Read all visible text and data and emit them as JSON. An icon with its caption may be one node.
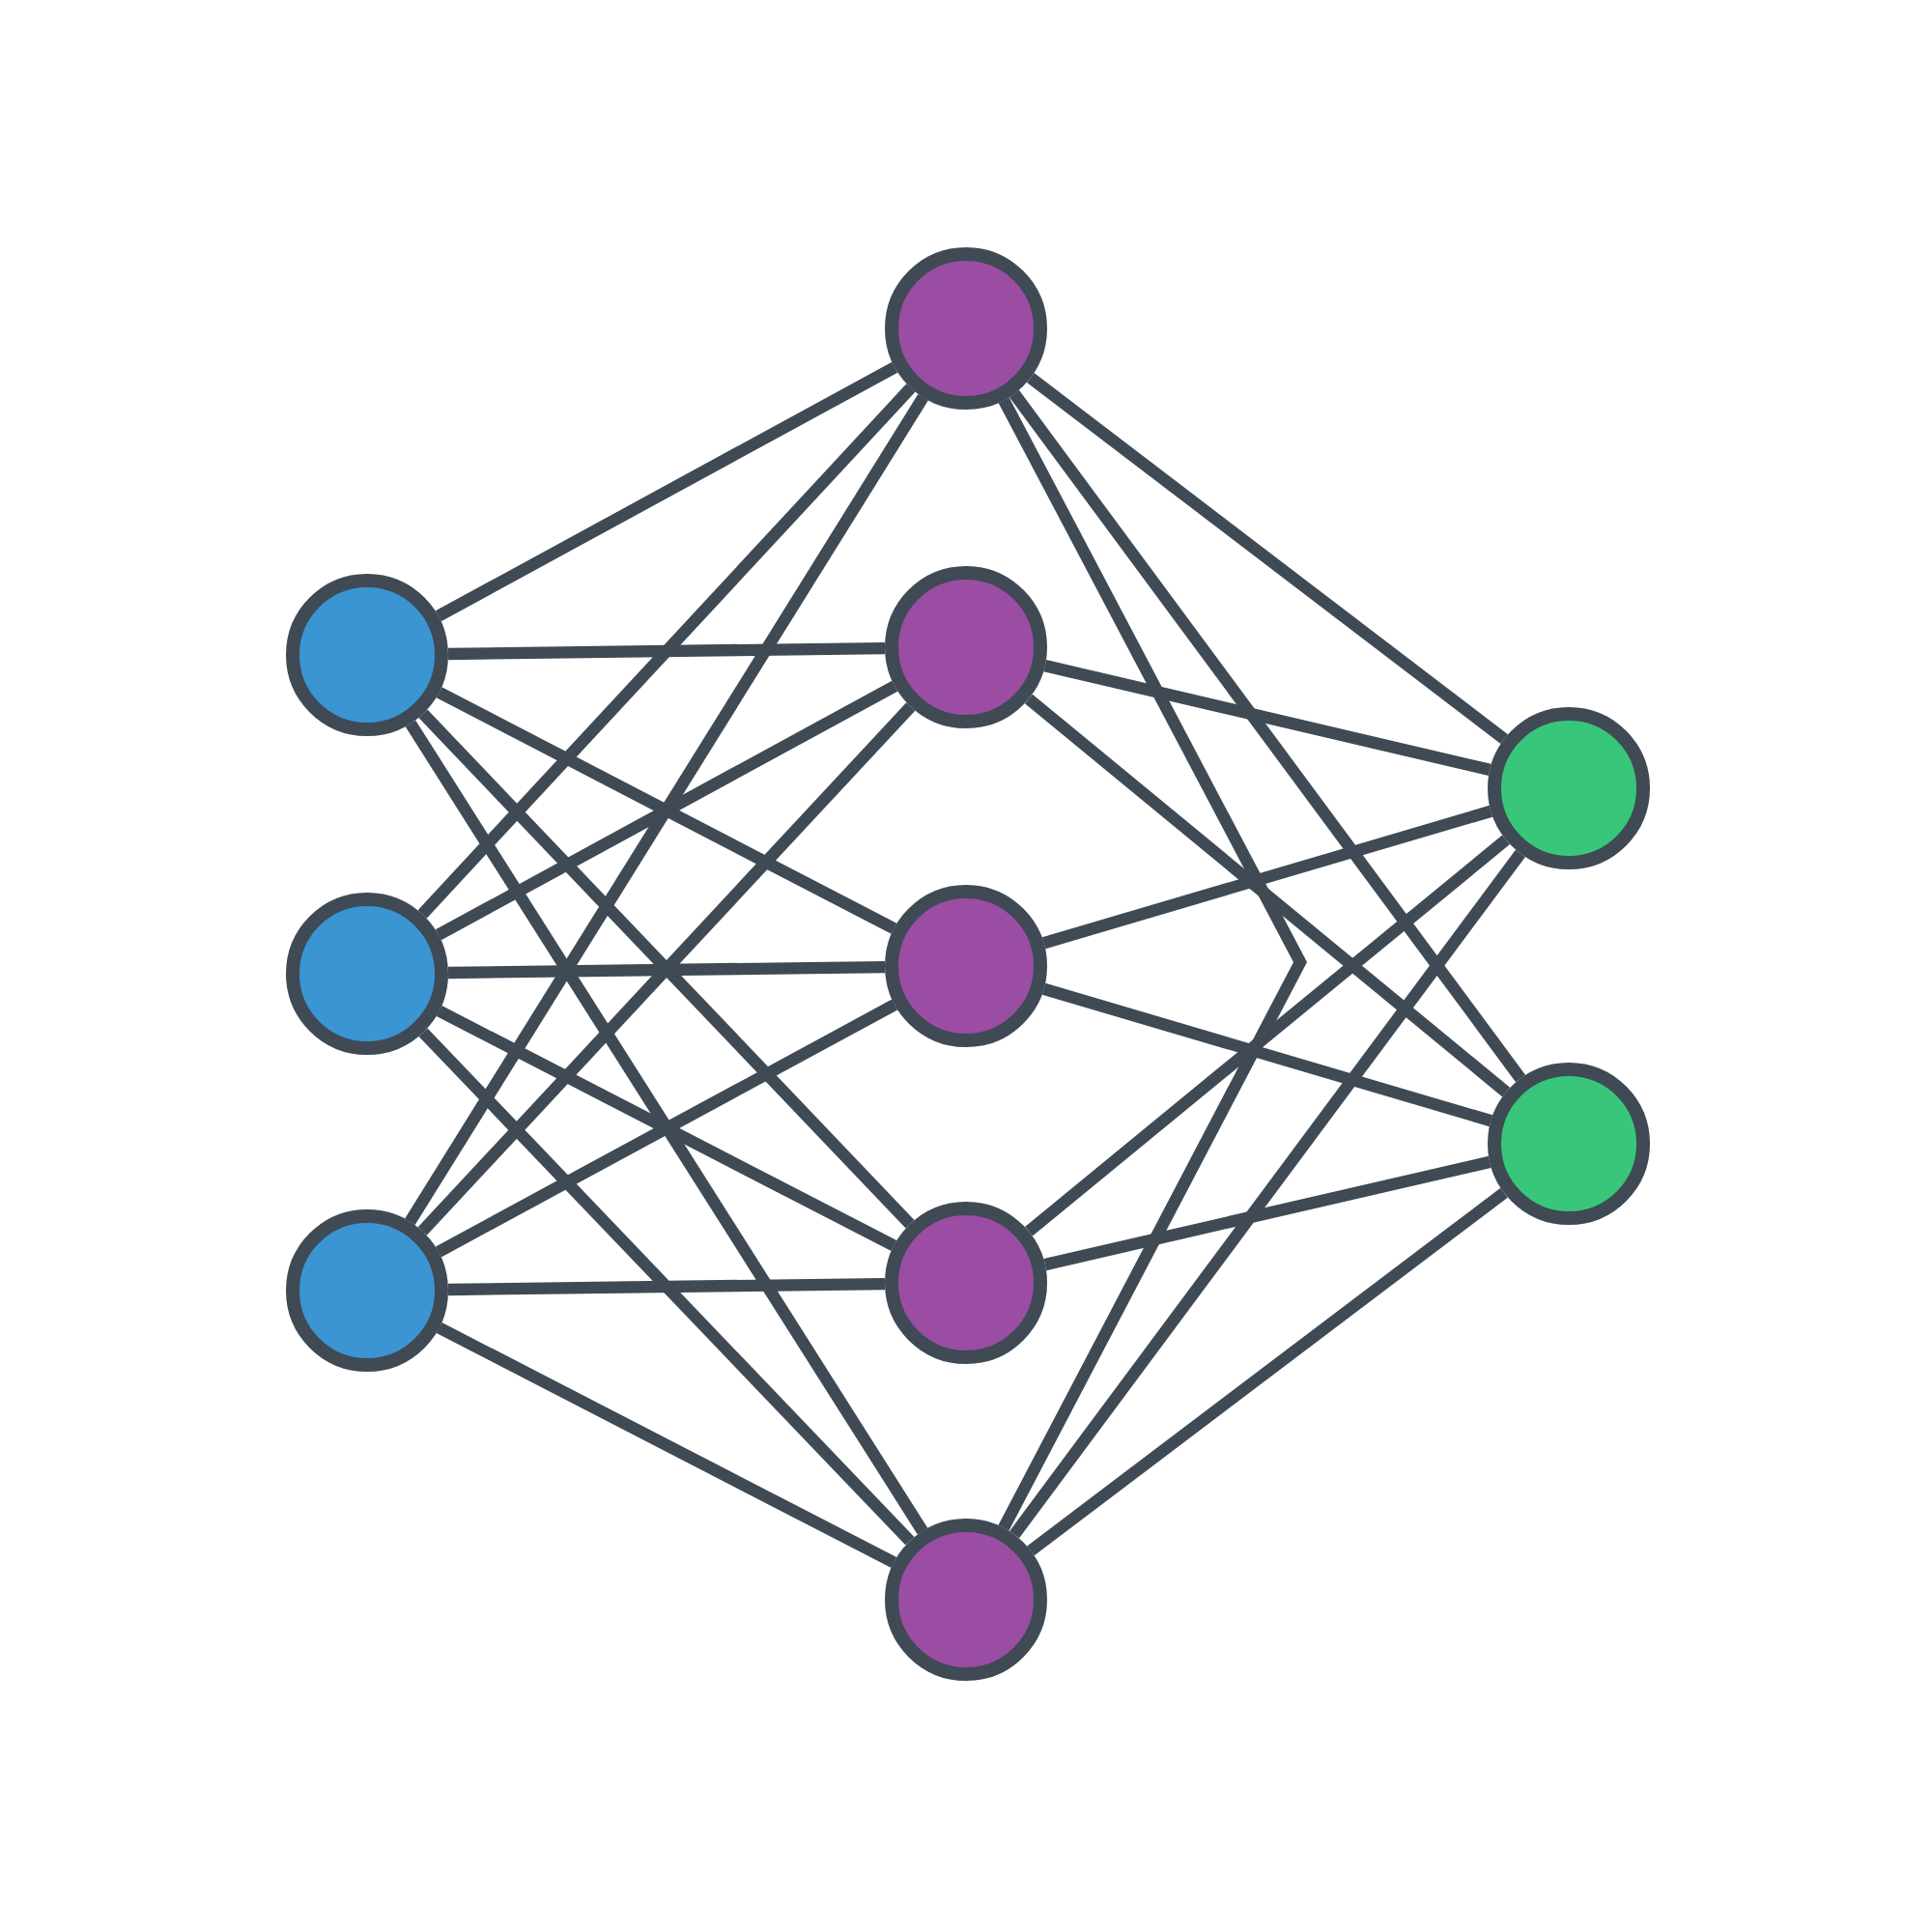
{
  "diagram": {
    "nodes": [
      {
        "text": [],
        "shape": "circle"
      },
      {
        "text": [],
        "shape": "circle"
      },
      {
        "text": [],
        "shape": "circle"
      },
      {
        "text": [],
        "shape": "circle"
      },
      {
        "text": [],
        "shape": "circle"
      },
      {
        "text": [],
        "shape": "circle"
      },
      {
        "text": [],
        "shape": "circle"
      },
      {
        "text": [],
        "shape": "circle"
      },
      {
        "text": [],
        "shape": "circle"
      },
      {
        "text": [],
        "shape": "circle"
      }
    ],
    "edges": [
      {
        "from": 0,
        "to": 3,
        "arrow": "none"
      },
      {
        "from": 0,
        "to": 4,
        "arrow": "none"
      },
      {
        "from": 0,
        "to": 5,
        "arrow": "none"
      },
      {
        "from": 0,
        "to": 6,
        "arrow": "none"
      },
      {
        "from": 0,
        "to": 7,
        "arrow": "none"
      },
      {
        "from": 1,
        "to": 3,
        "arrow": "none"
      },
      {
        "from": 1,
        "to": 4,
        "arrow": "none"
      },
      {
        "from": 1,
        "to": 5,
        "arrow": "none"
      },
      {
        "from": 1,
        "to": 6,
        "arrow": "none"
      },
      {
        "from": 1,
        "to": 7,
        "arrow": "none"
      },
      {
        "from": 2,
        "to": 3,
        "arrow": "none"
      },
      {
        "from": 2,
        "to": 4,
        "arrow": "none"
      },
      {
        "from": 2,
        "to": 5,
        "arrow": "none"
      },
      {
        "from": 2,
        "to": 6,
        "arrow": "none"
      },
      {
        "from": 2,
        "to": 7,
        "arrow": "none"
      },
      {
        "from": 3,
        "to": 8,
        "arrow": "none"
      },
      {
        "from": 3,
        "to": 9,
        "arrow": "none"
      },
      {
        "from": 4,
        "to": 8,
        "arrow": "none"
      },
      {
        "from": 4,
        "to": 9,
        "arrow": "none"
      },
      {
        "from": 5,
        "to": 8,
        "arrow": "none"
      },
      {
        "from": 5,
        "to": 9,
        "arrow": "none"
      },
      {
        "from": 6,
        "to": 8,
        "arrow": "none"
      },
      {
        "from": 6,
        "to": 9,
        "arrow": "none"
      },
      {
        "from": 7,
        "to": 8,
        "arrow": "none"
      },
      {
        "from": 7,
        "to": 9,
        "arrow": "none"
      },
      {
        "from": 3,
        "to": 7,
        "arrow": "none"
      }
    ]
  }
}
